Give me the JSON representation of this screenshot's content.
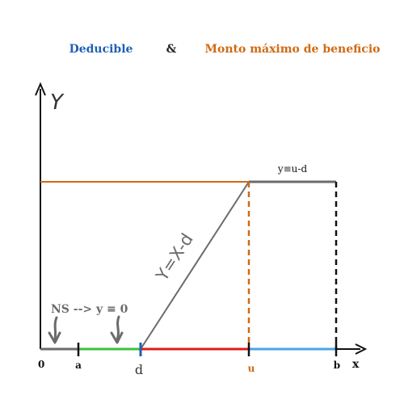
{
  "header": {
    "term1": "Deducible",
    "connector": "&",
    "term2": "Monto máximo de beneficio"
  },
  "colors": {
    "term1": "#1f5fb3",
    "term2": "#d06a12",
    "axis": "#111111",
    "ceiling": "#d06a12",
    "grey": "#6b6b6b",
    "segment_a_d": "#3cc23c",
    "segment_d_u": "#dd1c1c",
    "segment_u_b": "#4aa3e6",
    "tick_d": "#1f5fb3"
  },
  "axes": {
    "y_label": "Y",
    "x_label": "x",
    "origin_label": "0"
  },
  "ticks": {
    "a": "a",
    "d": "d",
    "u": "u",
    "b": "b"
  },
  "labels": {
    "slope": "Y=X-d",
    "ceiling": "y≡u-d",
    "ns": "NS --> y ≡ 0"
  }
}
